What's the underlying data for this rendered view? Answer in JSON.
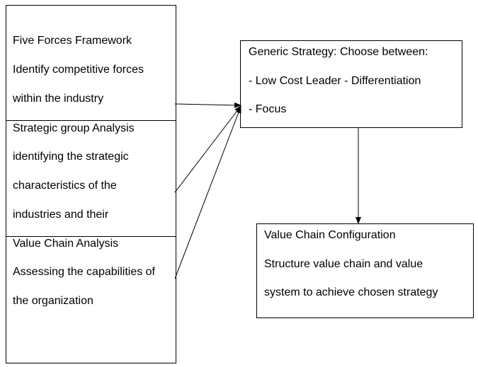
{
  "colors": {
    "line": "#000000",
    "background": "#ffffff"
  },
  "left_column": {
    "five_forces": {
      "lines": [
        "Five Forces Framework",
        "Identify competitive forces",
        "within the industry"
      ]
    },
    "strategic_group": {
      "lines": [
        "Strategic group Analysis",
        "identifying the strategic",
        "characteristics of the",
        "industries and their"
      ]
    },
    "value_chain_analysis": {
      "lines": [
        "Value Chain Analysis",
        "Assessing the capabilities of",
        "the organization"
      ]
    }
  },
  "generic_strategy": {
    "lines": [
      "Generic Strategy: Choose between:",
      "- Low Cost Leader - Differentiation",
      "- Focus"
    ]
  },
  "value_chain_configuration": {
    "lines": [
      "Value Chain Configuration",
      "Structure value chain and value",
      "system to achieve chosen strategy"
    ]
  }
}
